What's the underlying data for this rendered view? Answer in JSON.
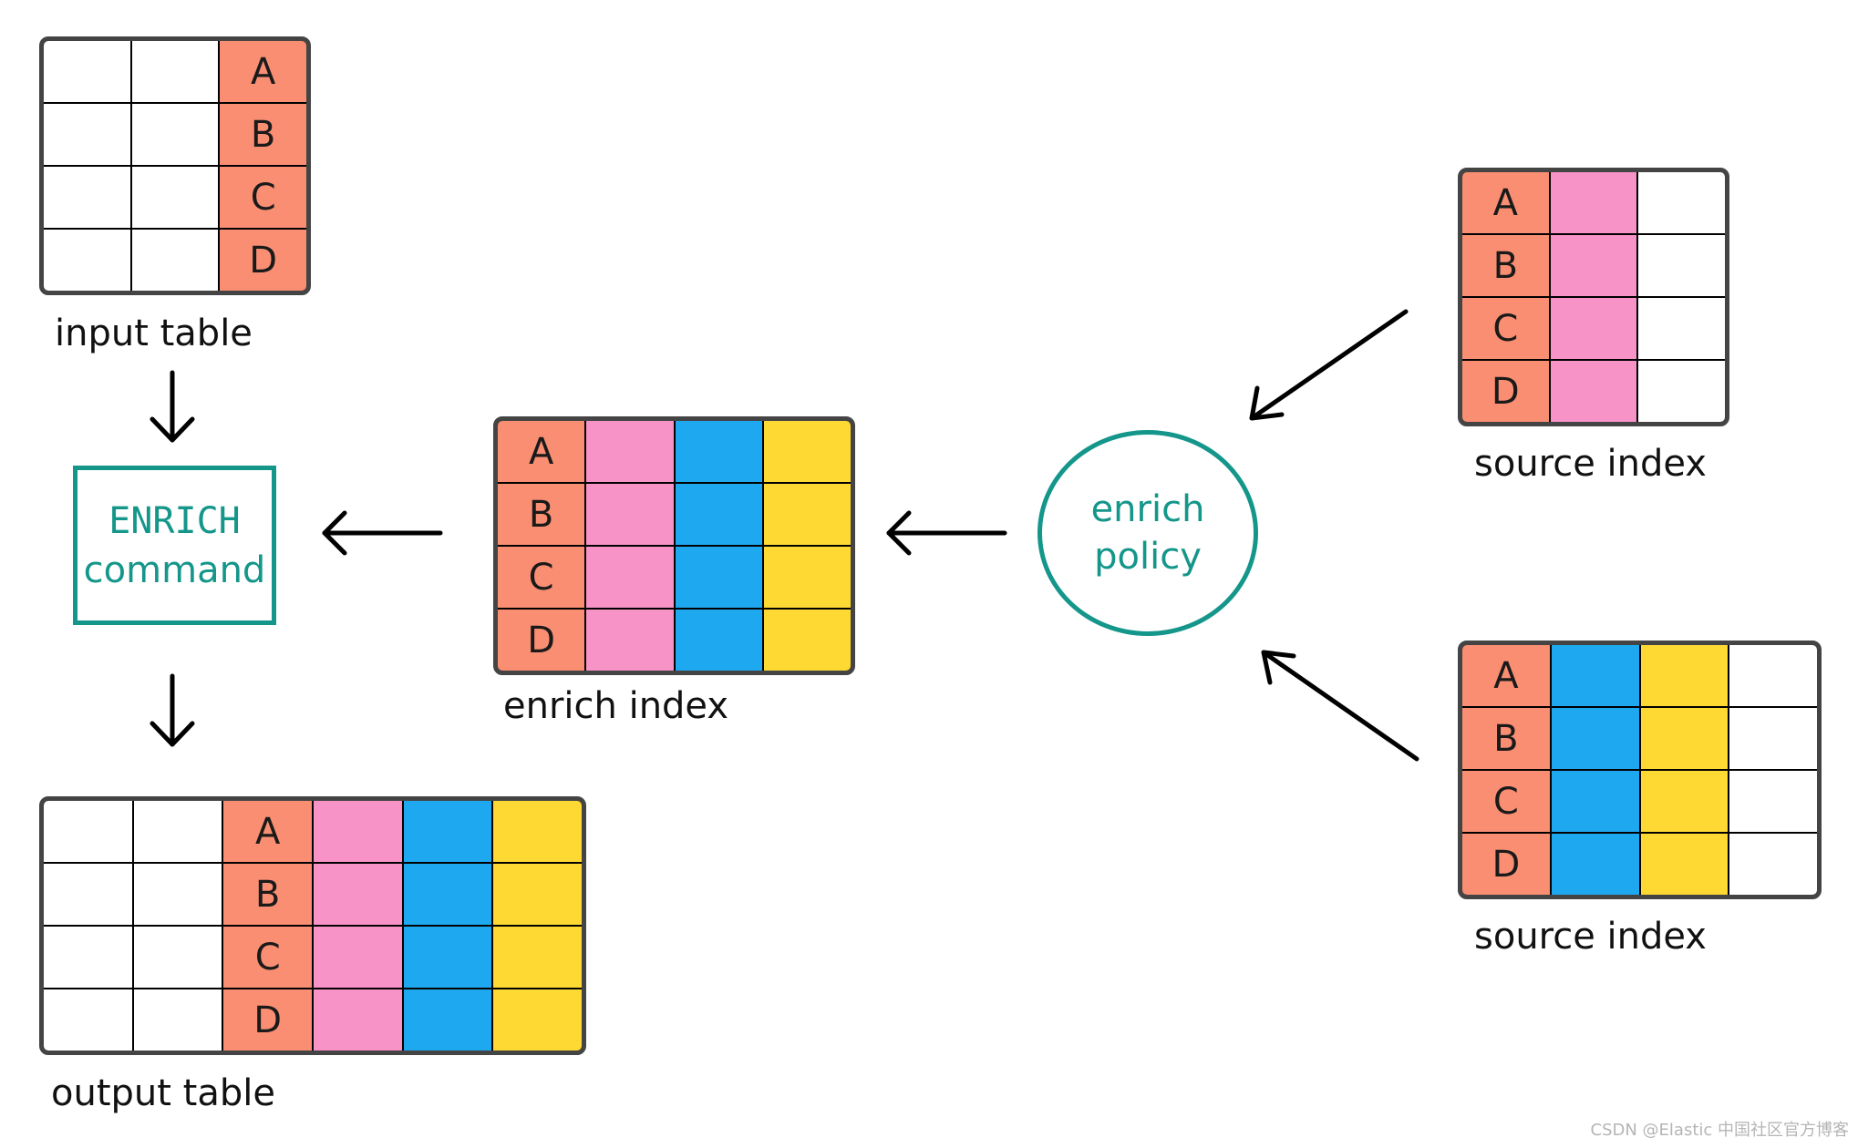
{
  "colors": {
    "key": "#f98e72",
    "pink": "#f793c6",
    "blue": "#1ea8f0",
    "yellow": "#fed934",
    "empty": "#ffffff",
    "teal": "#14968a"
  },
  "input_table": {
    "label": "input table",
    "rows": [
      [
        "",
        "",
        "A"
      ],
      [
        "",
        "",
        "B"
      ],
      [
        "",
        "",
        "C"
      ],
      [
        "",
        "",
        "D"
      ]
    ],
    "fills": [
      "empty",
      "empty",
      "key"
    ]
  },
  "enrich_command": {
    "line1": "ENRICH",
    "line2": "command"
  },
  "output_table": {
    "label": "output table",
    "rows": [
      [
        "",
        "",
        "A",
        "",
        "",
        ""
      ],
      [
        "",
        "",
        "B",
        "",
        "",
        ""
      ],
      [
        "",
        "",
        "C",
        "",
        "",
        ""
      ],
      [
        "",
        "",
        "D",
        "",
        "",
        ""
      ]
    ],
    "fills": [
      "empty",
      "empty",
      "key",
      "pink",
      "blue",
      "yellow"
    ]
  },
  "enrich_index": {
    "label": "enrich index",
    "rows": [
      [
        "A",
        "",
        "",
        ""
      ],
      [
        "B",
        "",
        "",
        ""
      ],
      [
        "C",
        "",
        "",
        ""
      ],
      [
        "D",
        "",
        "",
        ""
      ]
    ],
    "fills": [
      "key",
      "pink",
      "blue",
      "yellow"
    ]
  },
  "enrich_policy": {
    "line1": "enrich",
    "line2": "policy"
  },
  "source_index_1": {
    "label": "source index",
    "rows": [
      [
        "A",
        "",
        ""
      ],
      [
        "B",
        "",
        ""
      ],
      [
        "C",
        "",
        ""
      ],
      [
        "D",
        "",
        ""
      ]
    ],
    "fills": [
      "key",
      "pink",
      "empty"
    ]
  },
  "source_index_2": {
    "label": "source index",
    "rows": [
      [
        "A",
        "",
        "",
        ""
      ],
      [
        "B",
        "",
        "",
        ""
      ],
      [
        "C",
        "",
        "",
        ""
      ],
      [
        "D",
        "",
        "",
        ""
      ]
    ],
    "fills": [
      "key",
      "blue",
      "yellow",
      "empty"
    ]
  },
  "watermark": "CSDN @Elastic 中国社区官方博客"
}
